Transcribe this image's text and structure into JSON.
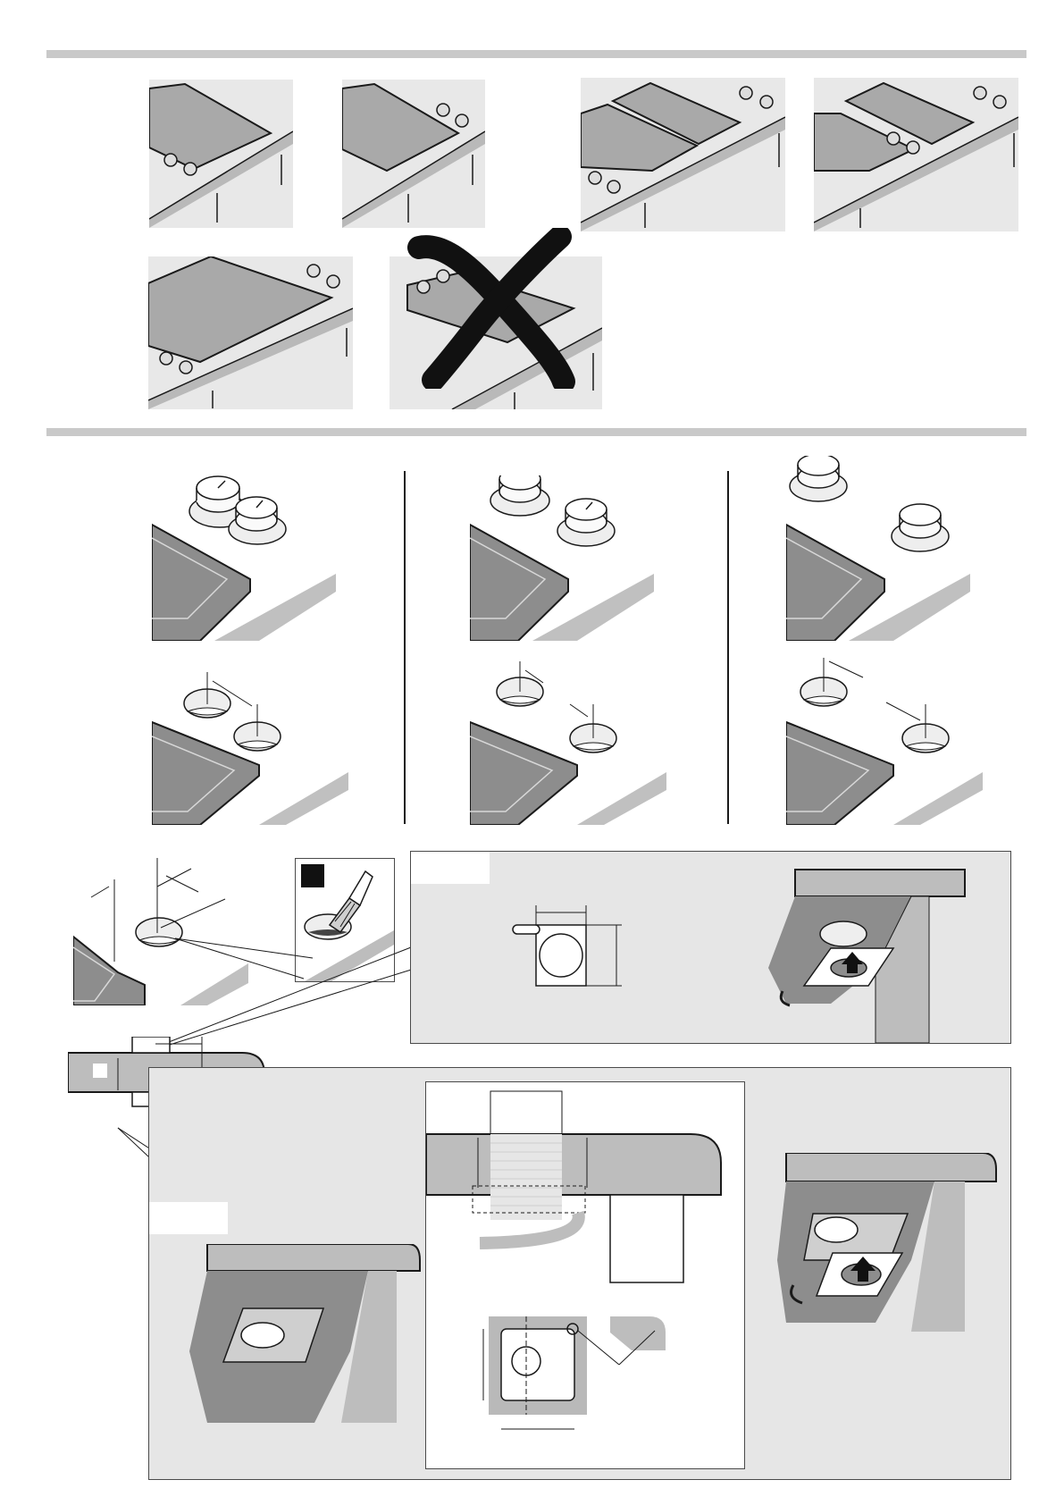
{
  "colors": {
    "rule": "#c9c9c9",
    "panel_bg": "#e8e8e8",
    "counter": "#b9b9b9",
    "hob_plate": "#a9a9a9",
    "dark_plate": "#8d8d8d",
    "ink": "#1a1a1a",
    "cross": "#111111"
  },
  "icons": {
    "cross": "x-cross-icon",
    "knob": "control-knob-icon",
    "brush": "paint-brush-icon",
    "arrow": "curved-arrow-icon",
    "square": "black-square-icon"
  },
  "layouts": [
    {
      "id": "hob-left-knobs-front",
      "allowed": true
    },
    {
      "id": "hob-right-knobs-back",
      "allowed": true
    },
    {
      "id": "two-hobs-knobs-front-back",
      "allowed": true
    },
    {
      "id": "two-hobs-knobs-middle",
      "allowed": true
    },
    {
      "id": "wide-hob-knobs-corners",
      "allowed": true
    },
    {
      "id": "hob-knobs-behind",
      "allowed": false
    }
  ],
  "knob_positions": [
    {
      "id": "knobs-close-front"
    },
    {
      "id": "knobs-diagonal"
    },
    {
      "id": "knobs-far-apart"
    }
  ]
}
